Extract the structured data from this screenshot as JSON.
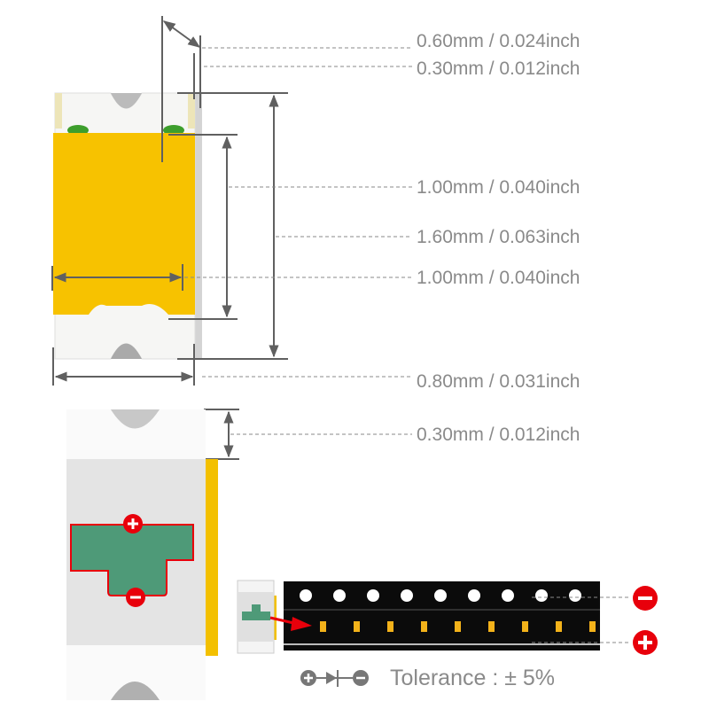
{
  "dimensions": [
    {
      "label": "0.60mm / 0.024inch"
    },
    {
      "label": "0.30mm / 0.012inch"
    },
    {
      "label": "1.00mm / 0.040inch"
    },
    {
      "label": "1.60mm / 0.063inch"
    },
    {
      "label": "1.00mm / 0.040inch"
    },
    {
      "label": "0.80mm / 0.031inch"
    },
    {
      "label": "0.30mm / 0.012inch"
    }
  ],
  "polarity": {
    "anode_symbol": "+",
    "cathode_symbol": "−"
  },
  "tolerance": {
    "label": "Tolerance : ± 5%"
  },
  "colors": {
    "lens": "#f7c200",
    "pad": "#4e9a78",
    "polarity_red": "#e8000b",
    "tape": "#0b0b0b",
    "text": "#8a8a8a"
  },
  "icons": [
    "plus-circle-icon",
    "minus-circle-icon",
    "diode-symbol-icon",
    "arrow-icon"
  ]
}
